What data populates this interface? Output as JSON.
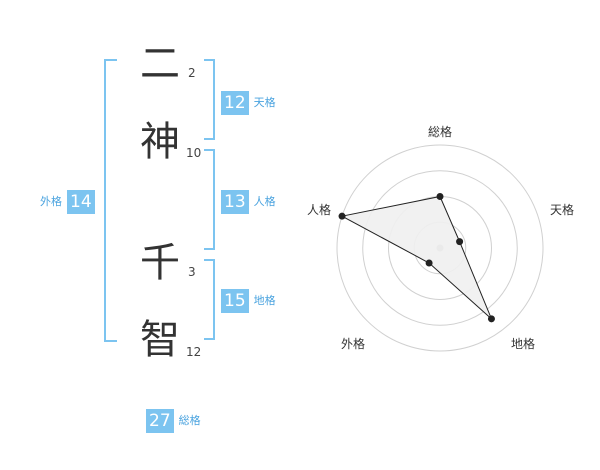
{
  "name_chars": [
    {
      "char": "二",
      "strokes": "2"
    },
    {
      "char": "神",
      "strokes": "10"
    },
    {
      "char": "千",
      "strokes": "3"
    },
    {
      "char": "智",
      "strokes": "12"
    }
  ],
  "fortunes": {
    "ten": {
      "value": "12",
      "label": "天格"
    },
    "jin": {
      "value": "13",
      "label": "人格"
    },
    "chi": {
      "value": "15",
      "label": "地格"
    },
    "gai": {
      "value": "14",
      "label": "外格"
    },
    "sou": {
      "value": "27",
      "label": "総格"
    }
  },
  "radar": {
    "axes": [
      "総格",
      "天格",
      "地格",
      "外格",
      "人格"
    ],
    "levels": 4,
    "values": [
      0.5,
      0.2,
      0.85,
      0.18,
      1.0
    ],
    "colors": {
      "fill": "#efefef",
      "stroke": "#222222",
      "grid": "#d0d0d0",
      "center": "#bbbbbb",
      "bracket": "#7cc4f0"
    }
  }
}
